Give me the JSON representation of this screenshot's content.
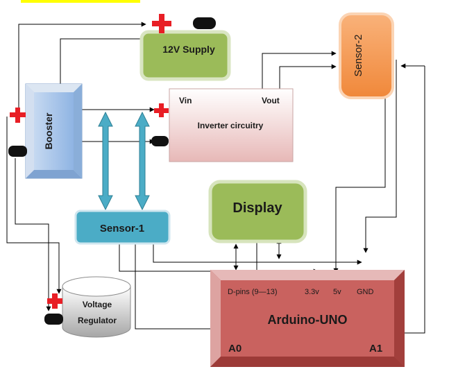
{
  "blocks": {
    "supply": "12V Supply",
    "booster": "Booster",
    "inverter": {
      "title": "Inverter circuitry",
      "vin": "Vin",
      "vout": "Vout"
    },
    "sensor1": "Sensor-1",
    "sensor2": "Sensor-2",
    "display": "Display",
    "regulator": {
      "line1": "Voltage",
      "line2": "Regulator"
    },
    "arduino": {
      "title": "Arduino-UNO",
      "dpins": "D-pins (9—13)",
      "v33": "3.3v",
      "v5": "5v",
      "gnd": "GND",
      "a0": "A0",
      "a1": "A1"
    }
  },
  "colors": {
    "supply_fill": "#9bbb59",
    "display_fill": "#9bbb59",
    "sensor1_fill": "#4bacc6",
    "sensor2_fill": "#f79646",
    "booster_fill": "#b8cce4",
    "inverter_fill": "#f2dcdb",
    "arduino_fill": "#c0504d",
    "plus_terminal": "#e81e25",
    "minus_terminal": "#111111",
    "double_arrow": "#4bacc6",
    "top_highlight": "#ffff00"
  }
}
